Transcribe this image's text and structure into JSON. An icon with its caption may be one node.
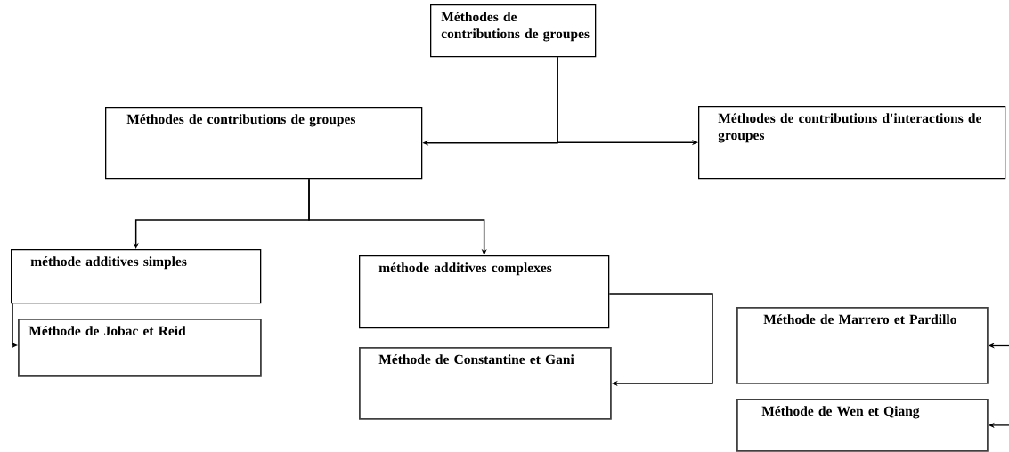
{
  "diagram": {
    "nodes": [
      {
        "text": [
          "Méthodes de contributions de groupes"
        ]
      },
      {
        "text": [
          "Méthodes de contributions de groupes"
        ]
      },
      {
        "text": [
          "Méthodes de contributions d'interactions de groupes"
        ]
      },
      {
        "text": [
          "méthode additives simples"
        ]
      },
      {
        "text": [
          "Méthode de Jobac et Reid"
        ]
      },
      {
        "text": [
          "méthode additives complexes"
        ]
      },
      {
        "text": [
          "Méthode de Constantine et Gani"
        ]
      },
      {
        "text": [
          "Méthode de Marrero et Pardillo"
        ]
      },
      {
        "text": [
          "Méthode de Wen et Qiang"
        ]
      }
    ],
    "edges": [
      {
        "from": 0,
        "to": 1,
        "arrow": "to"
      },
      {
        "from": 0,
        "to": 2,
        "arrow": "to"
      },
      {
        "from": 1,
        "to": 3,
        "arrow": "to"
      },
      {
        "from": 1,
        "to": 5,
        "arrow": "to"
      },
      {
        "from": 3,
        "to": 4,
        "arrow": "to"
      },
      {
        "from": 5,
        "to": 6,
        "arrow": "to"
      },
      {
        "from": null,
        "to": 7,
        "arrow": "to"
      },
      {
        "from": null,
        "to": 8,
        "arrow": "to"
      }
    ]
  }
}
